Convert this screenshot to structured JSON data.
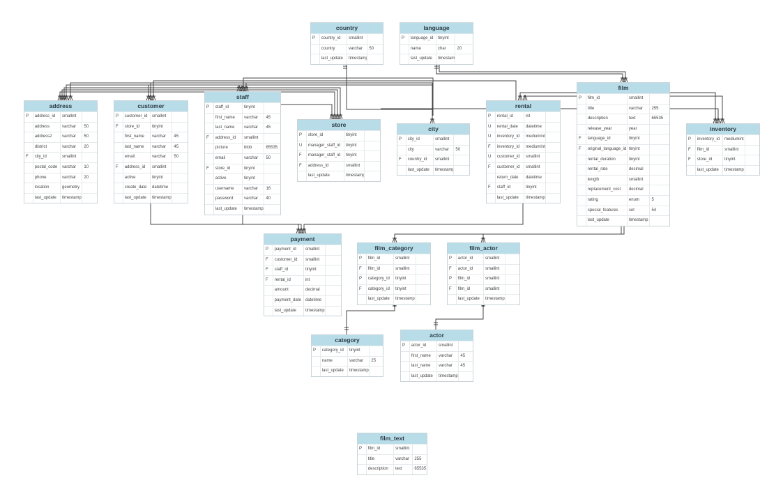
{
  "tables": [
    {
      "name": "country",
      "rows": [
        [
          "P",
          "country_id",
          "smallint",
          ""
        ],
        [
          "",
          "country",
          "varchar",
          "50"
        ],
        [
          "",
          "last_update",
          "timestamp",
          ""
        ]
      ]
    },
    {
      "name": "language",
      "rows": [
        [
          "P",
          "language_id",
          "tinyint",
          ""
        ],
        [
          "",
          "name",
          "char",
          "20"
        ],
        [
          "",
          "last_update",
          "timestamp",
          ""
        ]
      ]
    },
    {
      "name": "address",
      "rows": [
        [
          "P",
          "address_id",
          "smallint",
          ""
        ],
        [
          "",
          "address",
          "varchar",
          "50"
        ],
        [
          "",
          "address2",
          "varchar",
          "50"
        ],
        [
          "",
          "district",
          "varchar",
          "20"
        ],
        [
          "F",
          "city_id",
          "smallint",
          ""
        ],
        [
          "",
          "postal_code",
          "varchar",
          "10"
        ],
        [
          "",
          "phone",
          "varchar",
          "20"
        ],
        [
          "",
          "location",
          "geometry",
          ""
        ],
        [
          "",
          "last_update",
          "timestamp",
          ""
        ]
      ]
    },
    {
      "name": "customer",
      "rows": [
        [
          "P",
          "customer_id",
          "smallint",
          ""
        ],
        [
          "F",
          "store_id",
          "tinyint",
          ""
        ],
        [
          "",
          "first_name",
          "varchar",
          "45"
        ],
        [
          "",
          "last_name",
          "varchar",
          "45"
        ],
        [
          "",
          "email",
          "varchar",
          "50"
        ],
        [
          "F",
          "address_id",
          "smallint",
          ""
        ],
        [
          "",
          "active",
          "tinyint",
          ""
        ],
        [
          "",
          "create_date",
          "datetime",
          ""
        ],
        [
          "",
          "last_update",
          "timestamp",
          ""
        ]
      ]
    },
    {
      "name": "staff",
      "rows": [
        [
          "P",
          "staff_id",
          "tinyint",
          ""
        ],
        [
          "",
          "first_name",
          "varchar",
          "45"
        ],
        [
          "",
          "last_name",
          "varchar",
          "45"
        ],
        [
          "F",
          "address_id",
          "smallint",
          ""
        ],
        [
          "",
          "picture",
          "blob",
          "65535"
        ],
        [
          "",
          "email",
          "varchar",
          "50"
        ],
        [
          "F",
          "store_id",
          "tinyint",
          ""
        ],
        [
          "",
          "active",
          "tinyint",
          ""
        ],
        [
          "",
          "username",
          "varchar",
          "16"
        ],
        [
          "",
          "password",
          "varchar",
          "40"
        ],
        [
          "",
          "last_update",
          "timestamp",
          ""
        ]
      ]
    },
    {
      "name": "store",
      "rows": [
        [
          "P",
          "store_id",
          "tinyint",
          ""
        ],
        [
          "U",
          "manager_staff_id",
          "tinyint",
          ""
        ],
        [
          "F",
          "manager_staff_id",
          "tinyint",
          ""
        ],
        [
          "F",
          "address_id",
          "smallint",
          ""
        ],
        [
          "",
          "last_update",
          "timestamp",
          ""
        ]
      ]
    },
    {
      "name": "city",
      "rows": [
        [
          "P",
          "city_id",
          "smallint",
          ""
        ],
        [
          "",
          "city",
          "varchar",
          "50"
        ],
        [
          "F",
          "country_id",
          "smallint",
          ""
        ],
        [
          "",
          "last_update",
          "timestamp",
          ""
        ]
      ]
    },
    {
      "name": "rental",
      "rows": [
        [
          "P",
          "rental_id",
          "int",
          ""
        ],
        [
          "U",
          "rental_date",
          "datetime",
          ""
        ],
        [
          "U",
          "inventory_id",
          "mediumint",
          ""
        ],
        [
          "F",
          "inventory_id",
          "mediumint",
          ""
        ],
        [
          "U",
          "customer_id",
          "smallint",
          ""
        ],
        [
          "F",
          "customer_id",
          "smallint",
          ""
        ],
        [
          "",
          "return_date",
          "datetime",
          ""
        ],
        [
          "F",
          "staff_id",
          "tinyint",
          ""
        ],
        [
          "",
          "last_update",
          "timestamp",
          ""
        ]
      ]
    },
    {
      "name": "film",
      "rows": [
        [
          "P",
          "film_id",
          "smallint",
          ""
        ],
        [
          "",
          "title",
          "varchar",
          "255"
        ],
        [
          "",
          "description",
          "text",
          "65535"
        ],
        [
          "",
          "release_year",
          "year",
          ""
        ],
        [
          "F",
          "language_id",
          "tinyint",
          ""
        ],
        [
          "F",
          "original_language_id",
          "tinyint",
          ""
        ],
        [
          "",
          "rental_duration",
          "tinyint",
          ""
        ],
        [
          "",
          "rental_rate",
          "decimal",
          ""
        ],
        [
          "",
          "length",
          "smallint",
          ""
        ],
        [
          "",
          "replacement_cost",
          "decimal",
          ""
        ],
        [
          "",
          "rating",
          "enum",
          "5"
        ],
        [
          "",
          "special_features",
          "set",
          "54"
        ],
        [
          "",
          "last_update",
          "timestamp",
          ""
        ]
      ]
    },
    {
      "name": "inventory",
      "rows": [
        [
          "P",
          "inventory_id",
          "mediumint",
          ""
        ],
        [
          "F",
          "film_id",
          "smallint",
          ""
        ],
        [
          "F",
          "store_id",
          "tinyint",
          ""
        ],
        [
          "",
          "last_update",
          "timestamp",
          ""
        ]
      ]
    },
    {
      "name": "payment",
      "rows": [
        [
          "P",
          "payment_id",
          "smallint",
          ""
        ],
        [
          "F",
          "customer_id",
          "smallint",
          ""
        ],
        [
          "F",
          "staff_id",
          "tinyint",
          ""
        ],
        [
          "F",
          "rental_id",
          "int",
          ""
        ],
        [
          "",
          "amount",
          "decimal",
          ""
        ],
        [
          "",
          "payment_date",
          "datetime",
          ""
        ],
        [
          "",
          "last_update",
          "timestamp",
          ""
        ]
      ]
    },
    {
      "name": "film_category",
      "rows": [
        [
          "P",
          "film_id",
          "smallint",
          ""
        ],
        [
          "F",
          "film_id",
          "smallint",
          ""
        ],
        [
          "P",
          "category_id",
          "tinyint",
          ""
        ],
        [
          "F",
          "category_id",
          "tinyint",
          ""
        ],
        [
          "",
          "last_update",
          "timestamp",
          ""
        ]
      ]
    },
    {
      "name": "film_actor",
      "rows": [
        [
          "P",
          "actor_id",
          "smallint",
          ""
        ],
        [
          "F",
          "actor_id",
          "smallint",
          ""
        ],
        [
          "P",
          "film_id",
          "smallint",
          ""
        ],
        [
          "F",
          "film_id",
          "smallint",
          ""
        ],
        [
          "",
          "last_update",
          "timestamp",
          ""
        ]
      ]
    },
    {
      "name": "category",
      "rows": [
        [
          "P",
          "category_id",
          "tinyint",
          ""
        ],
        [
          "",
          "name",
          "varchar",
          "25"
        ],
        [
          "",
          "last_update",
          "timestamp",
          ""
        ]
      ]
    },
    {
      "name": "actor",
      "rows": [
        [
          "P",
          "actor_id",
          "smallint",
          ""
        ],
        [
          "",
          "first_name",
          "varchar",
          "45"
        ],
        [
          "",
          "last_name",
          "varchar",
          "45"
        ],
        [
          "",
          "last_update",
          "timestamp",
          ""
        ]
      ]
    },
    {
      "name": "film_text",
      "rows": [
        [
          "P",
          "film_id",
          "smallint",
          ""
        ],
        [
          "",
          "title",
          "varchar",
          "255"
        ],
        [
          "",
          "description",
          "text",
          "65535"
        ]
      ]
    }
  ],
  "colors": {
    "header": "#b8dde8",
    "border": "#c9d3d8",
    "line": "#444444"
  }
}
